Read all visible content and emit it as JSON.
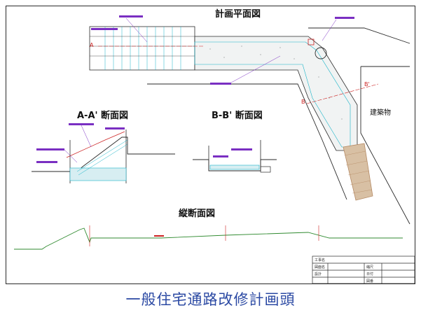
{
  "titles": {
    "plan": "計画平面図",
    "section_aa": "A-A' 断面図",
    "section_bb": "B-B' 断面図",
    "longitudinal": "縦断面図"
  },
  "labels": {
    "building": "建築物",
    "marker_a": "A",
    "marker_b": "B",
    "marker_b_prime": "B'"
  },
  "title_block": {
    "row1": "工事名",
    "row2_a": "図面名",
    "row2_b": "縮尺",
    "row3_a": "設計",
    "row3_b": "日付",
    "row4": "図番"
  },
  "caption": "一般住宅通路改修計画頭",
  "colors": {
    "frame": "#2a2a2a",
    "cyan": "#19b4c8",
    "red": "#cc2222",
    "green": "#2f8a2f",
    "purple": "#7a2fc2",
    "caption": "#2b49a3",
    "hatch": "#b58a64"
  }
}
